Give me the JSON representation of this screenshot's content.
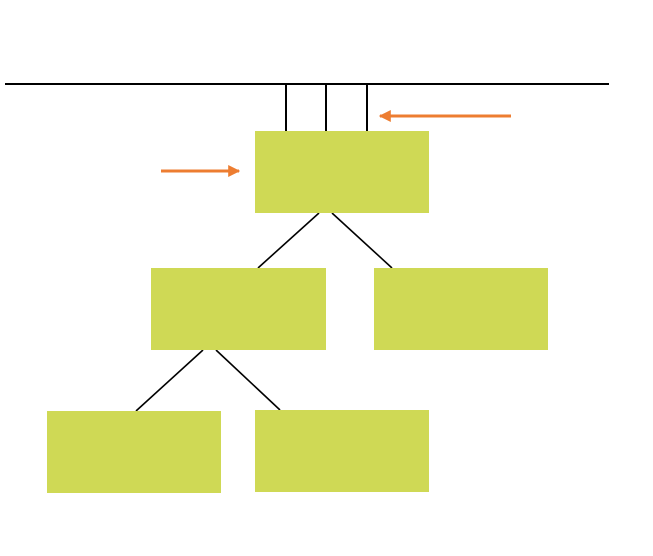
{
  "diagram": {
    "colors": {
      "node_fill": "#CFD955",
      "arrow": "#ED7D31",
      "line": "#000000",
      "background": "#FFFFFF"
    },
    "nodes": [
      {
        "id": "root",
        "label": ""
      },
      {
        "id": "child-left",
        "label": ""
      },
      {
        "id": "child-right",
        "label": ""
      },
      {
        "id": "grandchild-left",
        "label": ""
      },
      {
        "id": "grandchild-right",
        "label": ""
      }
    ],
    "edges": [
      {
        "from": "root",
        "to": "child-left"
      },
      {
        "from": "root",
        "to": "child-right"
      },
      {
        "from": "child-left",
        "to": "grandchild-left"
      },
      {
        "from": "child-left",
        "to": "grandchild-right"
      }
    ],
    "bus_connectors": 3,
    "arrows": [
      {
        "direction": "left",
        "target": "bus-connector-right"
      },
      {
        "direction": "right",
        "target": "root"
      }
    ]
  }
}
